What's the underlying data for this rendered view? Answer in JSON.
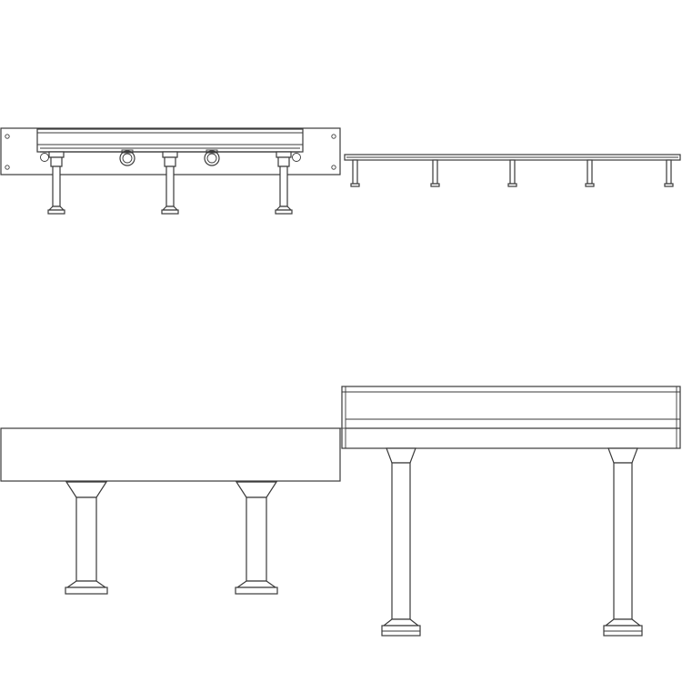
{
  "drawing": {
    "line_color": "#3a3a3a",
    "background": "#ffffff",
    "views": [
      {
        "name": "front-view",
        "post_count": 3,
        "ring_count": 2
      },
      {
        "name": "top-view",
        "post_count": 5
      },
      {
        "name": "end-view-left",
        "post_count": 2
      },
      {
        "name": "end-view-right",
        "post_count": 2
      }
    ]
  }
}
